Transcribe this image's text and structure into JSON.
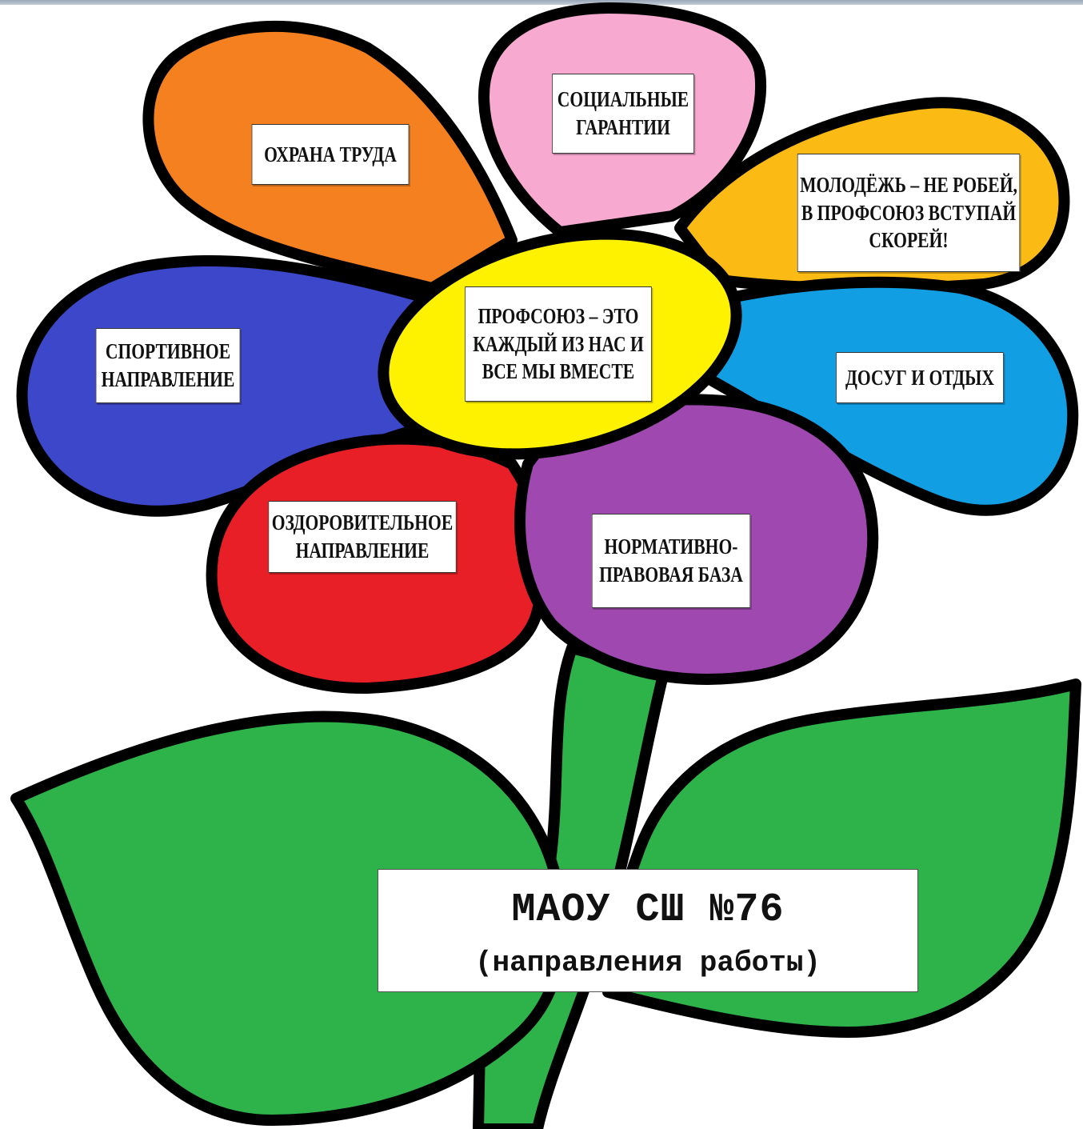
{
  "colors": {
    "outline": "#000000",
    "petal_orange": "#f5801f",
    "petal_pink": "#f7a9cf",
    "petal_gold": "#fcbb14",
    "petal_blue": "#3c48c9",
    "petal_cyan": "#129ee3",
    "petal_red": "#e81f26",
    "petal_purple": "#9e48b0",
    "center_yellow": "#fef200",
    "leaf_green": "#2eb24a"
  },
  "center": {
    "lines": [
      "ПРОФСОЮЗ – ЭТО",
      "КАЖДЫЙ ИЗ НАС И",
      "ВСЕ МЫ ВМЕСТЕ"
    ]
  },
  "petals": [
    {
      "id": "okhrana",
      "color_key": "petal_orange",
      "lines": [
        "ОХРАНА ТРУДА"
      ]
    },
    {
      "id": "socialnye",
      "color_key": "petal_pink",
      "lines": [
        "СОЦИАЛЬНЫЕ",
        "ГАРАНТИИ"
      ]
    },
    {
      "id": "molodezh",
      "color_key": "petal_gold",
      "lines": [
        "МОЛОДЁЖЬ – НЕ РОБЕЙ,",
        "В ПРОФСОЮЗ ВСТУПАЙ",
        "СКОРЕЙ!"
      ]
    },
    {
      "id": "sport",
      "color_key": "petal_blue",
      "lines": [
        "СПОРТИВНОЕ",
        "НАПРАВЛЕНИЕ"
      ]
    },
    {
      "id": "dosug",
      "color_key": "petal_cyan",
      "lines": [
        "ДОСУГ И ОТДЫХ"
      ]
    },
    {
      "id": "ozdorov",
      "color_key": "petal_red",
      "lines": [
        "ОЗДОРОВИТЕЛЬНОЕ",
        "НАПРАВЛЕНИЕ"
      ]
    },
    {
      "id": "normativ",
      "color_key": "petal_purple",
      "lines": [
        "НОРМАТИВНО-",
        "ПРАВОВАЯ БАЗА"
      ]
    }
  ],
  "title": {
    "main": "МАОУ СШ №76",
    "sub": "(направления работы)"
  }
}
